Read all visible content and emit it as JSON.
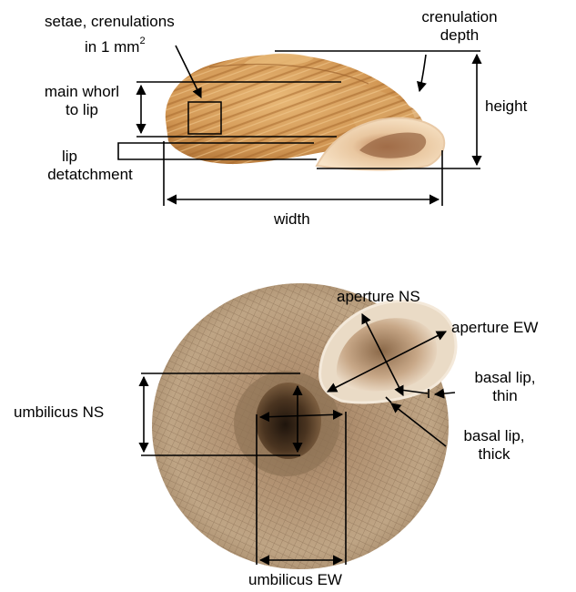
{
  "top_view": {
    "labels": {
      "setae_crenulations": "setae, crenulations",
      "area_prefix": "in 1 mm",
      "area_exponent": "2",
      "crenulation_depth_line1": "crenulation",
      "crenulation_depth_line2": "depth",
      "main_whorl_line1": "main whorl",
      "main_whorl_line2": "to lip",
      "lip_detachment_line1": "lip",
      "lip_detachment_line2": "detatchment",
      "height": "height",
      "width": "width"
    }
  },
  "bottom_view": {
    "labels": {
      "aperture_ns": "aperture NS",
      "aperture_ew": "aperture EW",
      "basal_lip_thin_line1": "basal lip,",
      "basal_lip_thin_line2": "thin",
      "basal_lip_thick_line1": "basal lip,",
      "basal_lip_thick_line2": "thick",
      "umbilicus_ns": "umbilicus NS",
      "umbilicus_ew": "umbilicus EW"
    }
  },
  "colors": {
    "shell_top_base": "#d9a05c",
    "shell_top_rib": "#a8692c",
    "lip_inner": "#f6ddc0",
    "shell_bottom_base": "#b49878",
    "umbilicus_dark": "#3b2a1a",
    "annotation": "#000000"
  }
}
